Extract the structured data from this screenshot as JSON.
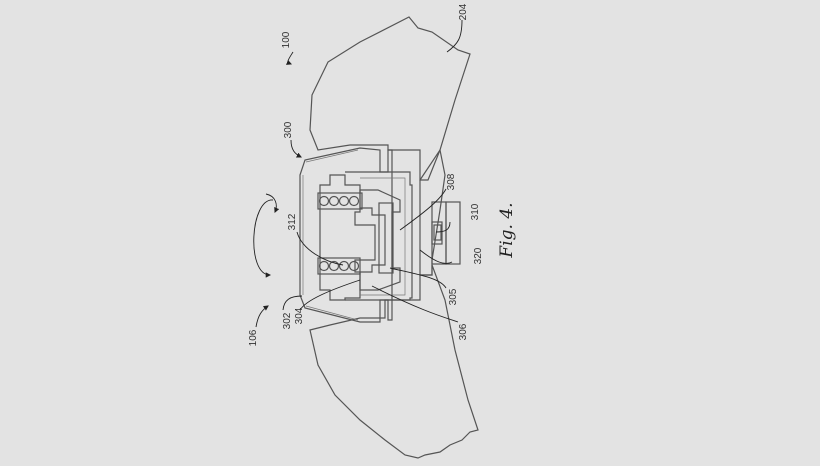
{
  "figure": {
    "title": "Fig. 4.",
    "background": "#e3e3e3",
    "line_color": "#555555"
  },
  "reference_numerals": {
    "r100": "100",
    "r106": "106",
    "r204": "204",
    "r300": "300",
    "r302": "302",
    "r304": "304",
    "r305": "305",
    "r306": "306",
    "r308": "308",
    "r310": "310",
    "r312": "312",
    "r320": "320"
  },
  "symbols": {
    "rotation_arrow": "rotation-arrow-icon"
  }
}
